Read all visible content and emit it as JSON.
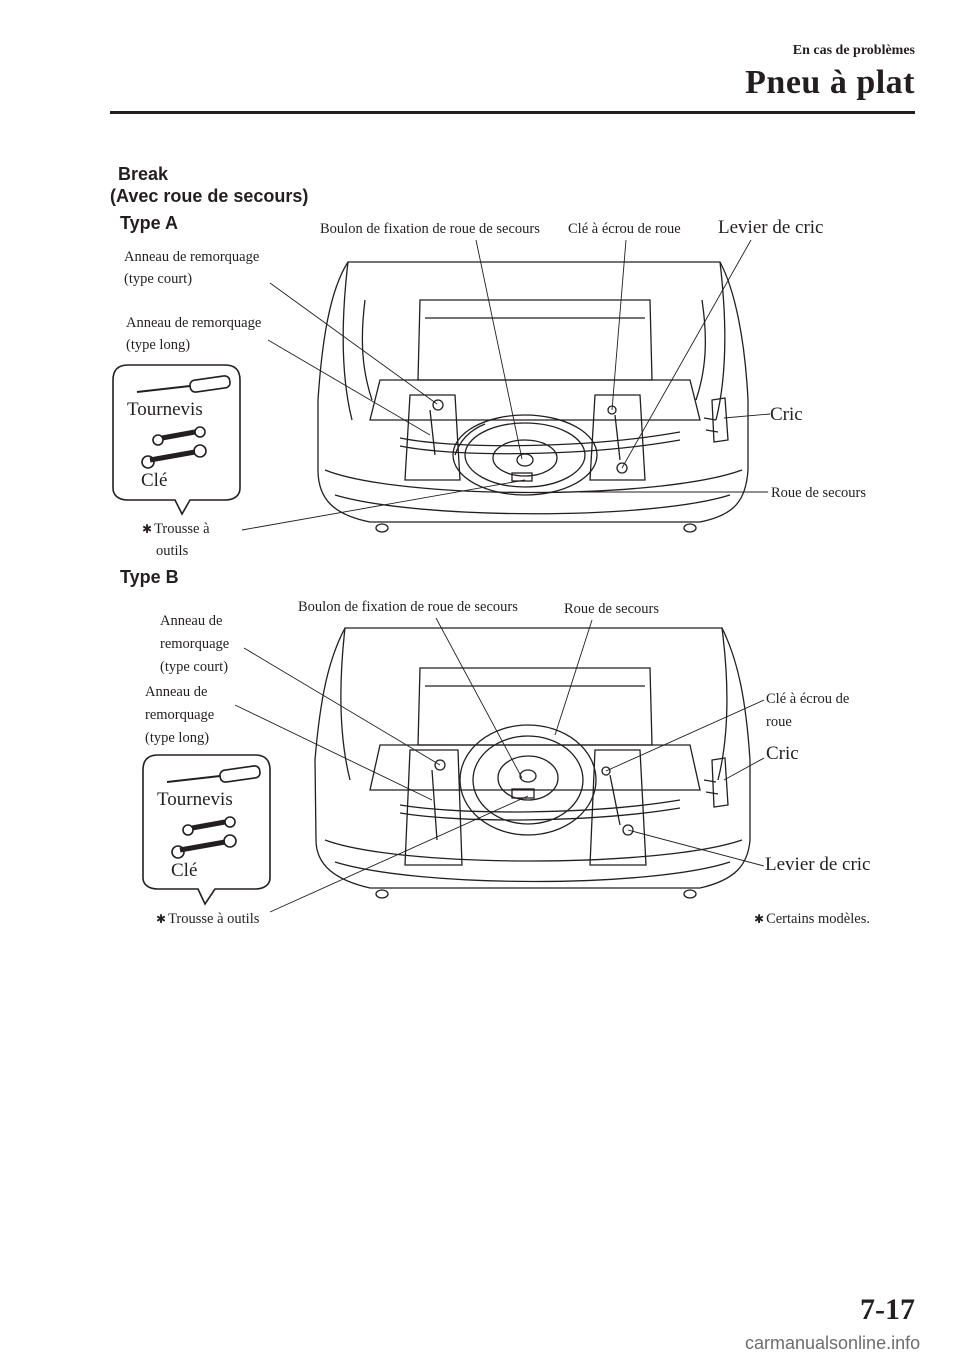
{
  "header": {
    "section": "En cas de problèmes",
    "title": "Pneu à plat"
  },
  "headings": {
    "body_type": "Break",
    "spare": "(Avec roue de secours)",
    "type_a": "Type A",
    "type_b": "Type B"
  },
  "type_a": {
    "tow_short_1": "Anneau de remorquage",
    "tow_short_2": "(type court)",
    "tow_long_1": "Anneau de remorquage",
    "tow_long_2": "(type long)",
    "spare_bolt": "Boulon de fixation de roue de secours",
    "lug_wrench": "Clé à écrou de roue",
    "jack_handle": "Levier de cric",
    "jack": "Cric",
    "spare_tire": "Roue de secours",
    "screwdriver": "Tournevis",
    "wrench": "Clé",
    "toolkit_1": "Trousse à",
    "toolkit_2": "outils"
  },
  "type_b": {
    "tow_short_1": "Anneau de",
    "tow_short_2": "remorquage",
    "tow_short_3": "(type court)",
    "tow_long_1": "Anneau de",
    "tow_long_2": "remorquage",
    "tow_long_3": "(type long)",
    "spare_bolt": "Boulon de fixation de roue de secours",
    "spare_tire": "Roue de secours",
    "lug_wrench_1": "Clé à écrou de",
    "lug_wrench_2": "roue",
    "jack": "Cric",
    "jack_handle": "Levier de cric",
    "screwdriver": "Tournevis",
    "wrench": "Clé",
    "toolkit": "Trousse à outils",
    "note": "Certains modèles."
  },
  "footer": {
    "page_number": "7-17",
    "watermark": "carmanualsonline.info"
  },
  "colors": {
    "ink": "#231f20",
    "watermark": "#6d6d6d"
  }
}
